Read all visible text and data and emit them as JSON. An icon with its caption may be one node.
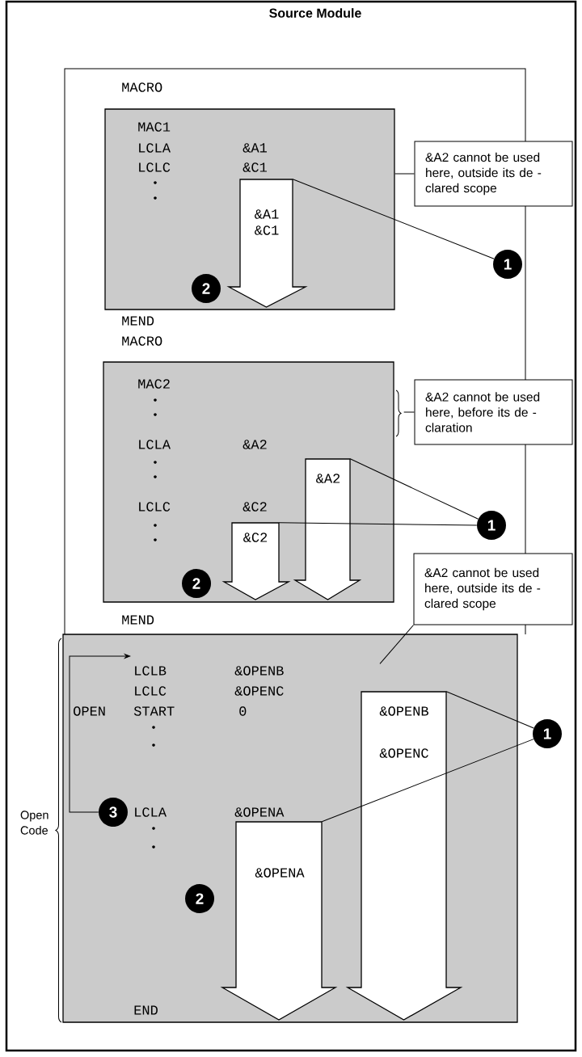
{
  "diagram": {
    "nodes": [
      {
        "text": [
          "Source Module"
        ]
      },
      {
        "text": [
          "MAC1",
          "LCLA",
          "&A1",
          "LCLC",
          "&C1"
        ],
        "in": 0
      },
      {
        "text": [
          "&A1 &C1"
        ],
        "in": 1
      },
      {
        "text": [
          "1"
        ],
        "in": 0
      },
      {
        "text": [
          "2"
        ],
        "in": 1
      },
      {
        "text": [
          "&A2 cannot be used here, outside its de - clared scope"
        ],
        "in": 0
      },
      {
        "text": [
          "MAC2",
          "LCLA",
          "&A2",
          "LCLC",
          "&C2"
        ],
        "in": 0
      },
      {
        "text": [
          "&A2"
        ],
        "in": 6
      },
      {
        "text": [
          "&C2"
        ],
        "in": 6
      },
      {
        "text": [
          "1"
        ],
        "in": 0
      },
      {
        "text": [
          "2"
        ],
        "in": 6
      },
      {
        "text": [
          "&A2 cannot be used here, before its de - claration"
        ],
        "in": 0
      },
      {
        "text": [
          "&A2 cannot be used here, outside its de - clared scope"
        ],
        "in": 0
      },
      {
        "text": [
          "LCLB",
          "&OPENB",
          "LCLC",
          "&OPENC",
          "OPEN",
          "START",
          "0",
          "LCLA",
          "&OPENA",
          "END"
        ],
        "beside": [
          "Open Code"
        ],
        "in": 0
      },
      {
        "text": [
          "&OPENB",
          "&OPENC"
        ],
        "in": 13
      },
      {
        "text": [
          "&OPENA"
        ],
        "in": 13
      },
      {
        "text": [
          "1"
        ],
        "in": 0
      },
      {
        "text": [
          "3"
        ],
        "in": 13
      },
      {
        "text": [
          "2"
        ],
        "in": 13
      }
    ],
    "edges": [
      {
        "from": 5,
        "to": 1,
        "arrow": "none"
      },
      {
        "from": 3,
        "to": 2,
        "arrow": "none"
      },
      {
        "from": 11,
        "to": 6,
        "arrow": "none"
      },
      {
        "from": 9,
        "to": 7,
        "arrow": "none"
      },
      {
        "from": 9,
        "to": 8,
        "arrow": "none"
      },
      {
        "from": 12,
        "to": 13,
        "arrow": "none"
      },
      {
        "from": 16,
        "to": 14,
        "arrow": "none"
      },
      {
        "from": 16,
        "to": 15,
        "arrow": "none"
      },
      {
        "from": 17,
        "to": null,
        "arrow": "to"
      }
    ],
    "labels": [
      "MACRO",
      "MEND",
      "MACRO",
      "MEND"
    ]
  }
}
